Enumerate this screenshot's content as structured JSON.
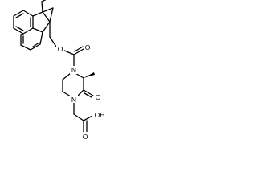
{
  "molecule": {
    "atoms": {
      "ester_oxygen": "O",
      "carbonyl_oxygen_carbamate": "O",
      "piperazine_n4": "N",
      "piperazine_n1": "N",
      "methyl": "CH3",
      "lactam_oxygen": "O",
      "acid_carbonyl_oxygen": "O",
      "acid_hydroxyl": "OH"
    }
  }
}
